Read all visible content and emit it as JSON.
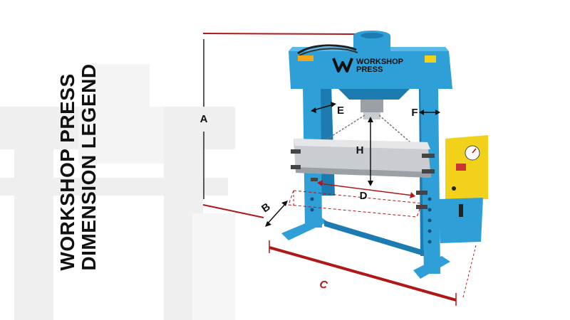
{
  "title": {
    "line1": "WORKSHOP PRESS",
    "line2": "DIMENSION LEGEND"
  },
  "brand": {
    "name_line1": "WORKSHOP",
    "name_line2": "PRESS"
  },
  "dimensions": {
    "a": "A",
    "b": "B",
    "c": "C",
    "d": "D",
    "e": "E",
    "f": "F",
    "h": "H"
  },
  "colors": {
    "frame": "#2f9fd8",
    "frame_dark": "#1c7bb0",
    "beam": "#c9ccd0",
    "dimension_line": "#b01818",
    "control_box": "#f2d11b",
    "watermark": "#efefef"
  }
}
